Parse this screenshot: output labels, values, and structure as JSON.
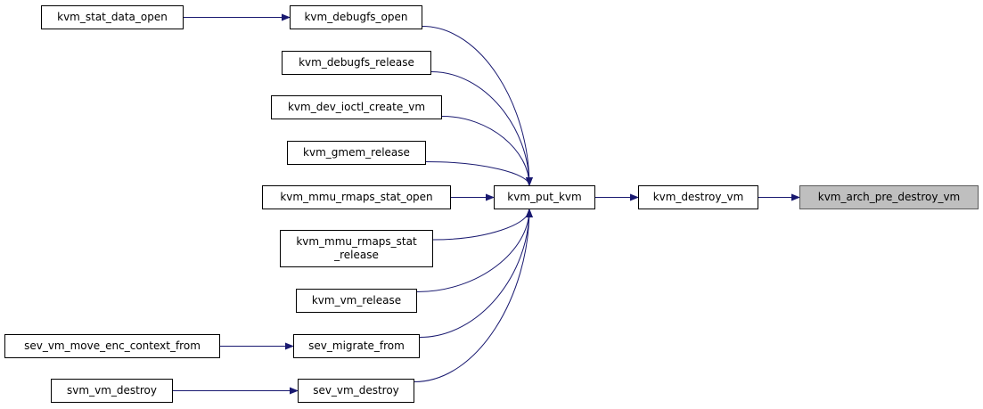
{
  "graph": {
    "colors": {
      "edge": "#191970",
      "focus_fill": "#bfbfbf",
      "node_fill": "#ffffff",
      "border": "#000000"
    },
    "nodes": {
      "kvm_arch_pre_destroy_vm": {
        "label": "kvm_arch_pre_destroy_vm"
      },
      "kvm_destroy_vm": {
        "label": "kvm_destroy_vm"
      },
      "kvm_put_kvm": {
        "label": "kvm_put_kvm"
      },
      "kvm_debugfs_open": {
        "label": "kvm_debugfs_open"
      },
      "kvm_stat_data_open": {
        "label": "kvm_stat_data_open"
      },
      "kvm_debugfs_release": {
        "label": "kvm_debugfs_release"
      },
      "kvm_dev_ioctl_create_vm": {
        "label": "kvm_dev_ioctl_create_vm"
      },
      "kvm_gmem_release": {
        "label": "kvm_gmem_release"
      },
      "kvm_mmu_rmaps_stat_open": {
        "label": "kvm_mmu_rmaps_stat_open"
      },
      "kvm_mmu_rmaps_stat_release": {
        "label_line1": "kvm_mmu_rmaps_stat",
        "label_line2": "_release"
      },
      "kvm_vm_release": {
        "label": "kvm_vm_release"
      },
      "sev_migrate_from": {
        "label": "sev_migrate_from"
      },
      "sev_vm_move_enc_context_from": {
        "label": "sev_vm_move_enc_context_from"
      },
      "sev_vm_destroy": {
        "label": "sev_vm_destroy"
      },
      "svm_vm_destroy": {
        "label": "svm_vm_destroy"
      }
    },
    "edges": [
      {
        "from": "kvm_stat_data_open",
        "to": "kvm_debugfs_open"
      },
      {
        "from": "kvm_debugfs_open",
        "to": "kvm_put_kvm"
      },
      {
        "from": "kvm_debugfs_release",
        "to": "kvm_put_kvm"
      },
      {
        "from": "kvm_dev_ioctl_create_vm",
        "to": "kvm_put_kvm"
      },
      {
        "from": "kvm_gmem_release",
        "to": "kvm_put_kvm"
      },
      {
        "from": "kvm_mmu_rmaps_stat_open",
        "to": "kvm_put_kvm"
      },
      {
        "from": "kvm_mmu_rmaps_stat_release",
        "to": "kvm_put_kvm"
      },
      {
        "from": "kvm_vm_release",
        "to": "kvm_put_kvm"
      },
      {
        "from": "sev_migrate_from",
        "to": "kvm_put_kvm"
      },
      {
        "from": "sev_vm_destroy",
        "to": "kvm_put_kvm"
      },
      {
        "from": "sev_vm_move_enc_context_from",
        "to": "sev_migrate_from"
      },
      {
        "from": "svm_vm_destroy",
        "to": "sev_vm_destroy"
      },
      {
        "from": "kvm_put_kvm",
        "to": "kvm_destroy_vm"
      },
      {
        "from": "kvm_destroy_vm",
        "to": "kvm_arch_pre_destroy_vm"
      }
    ]
  }
}
